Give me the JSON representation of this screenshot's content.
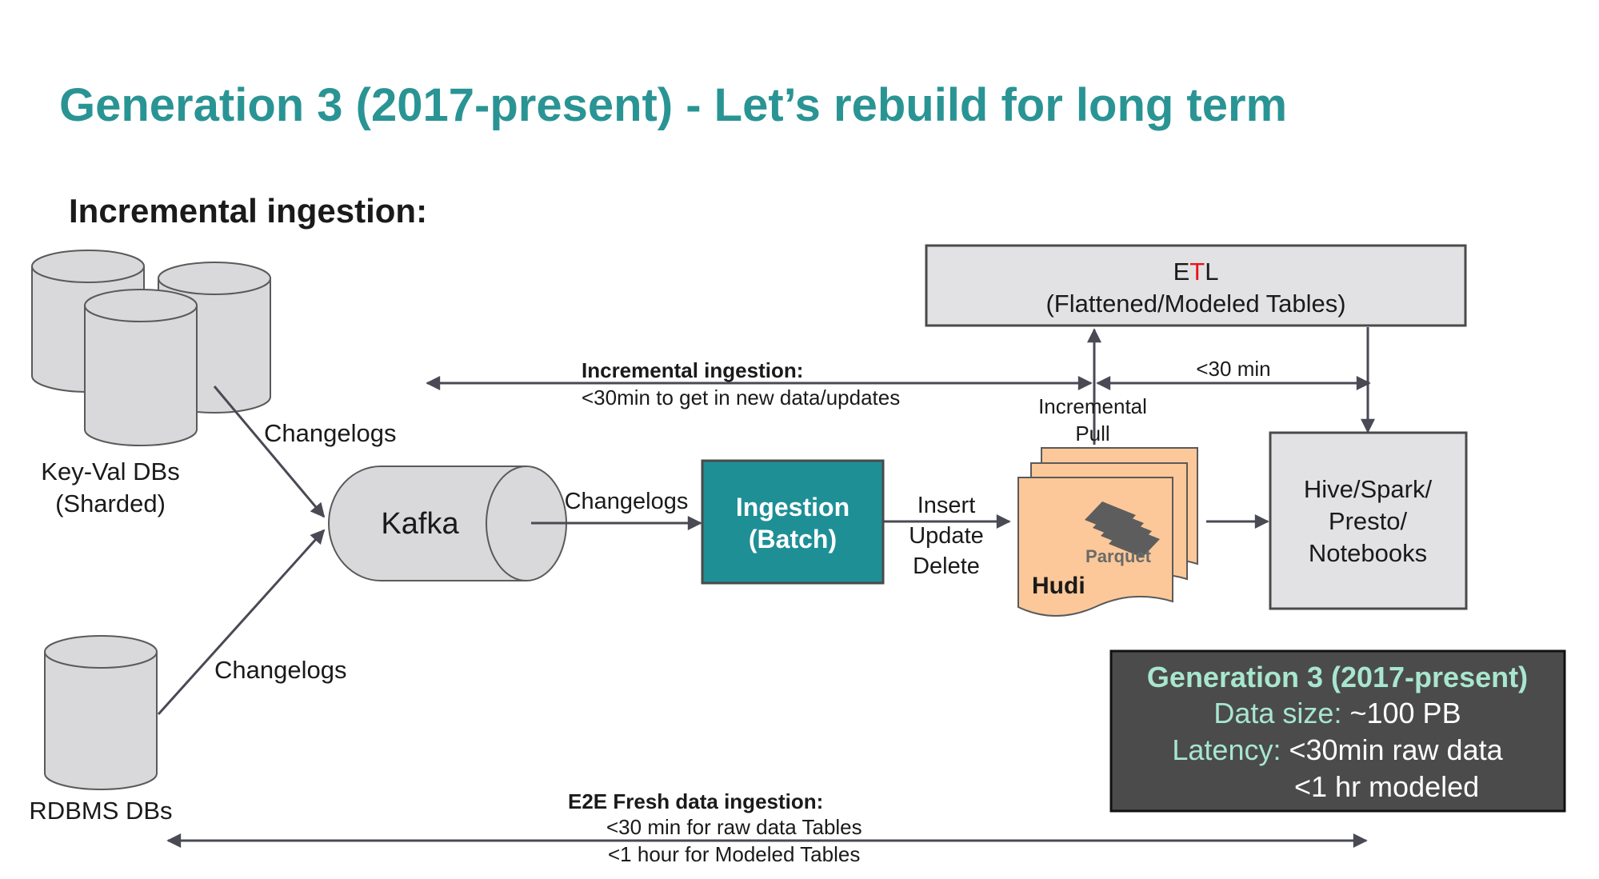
{
  "title": "Generation 3 (2017-present) - Let’s rebuild for long term",
  "subtitle": "Incremental ingestion:",
  "sources": {
    "keyval_line1": "Key-Val DBs",
    "keyval_line2": "(Sharded)",
    "rdbms": "RDBMS DBs"
  },
  "edges": {
    "changelogs_keyval": "Changelogs",
    "changelogs_rdbms": "Changelogs",
    "changelogs_kafka": "Changelogs"
  },
  "kafka": "Kafka",
  "ingestion": {
    "line1": "Ingestion",
    "line2": "(Batch)"
  },
  "operations": {
    "insert": "Insert",
    "update": "Update",
    "delete": "Delete"
  },
  "hudi": {
    "name": "Hudi",
    "format": "Parquet"
  },
  "incremental_pull": {
    "line1": "Incremental",
    "line2": "Pull"
  },
  "etl": {
    "e": "E",
    "t": "T",
    "l": "L",
    "subtitle": "(Flattened/Modeled Tables)",
    "t_color": "#e8151b"
  },
  "query_engines": {
    "line1": "Hive/Spark/",
    "line2": "Presto/",
    "line3": "Notebooks"
  },
  "latency_top": {
    "title": "Incremental ingestion:",
    "desc": "<30min to get in new data/updates",
    "etl_latency": "<30 min"
  },
  "e2e": {
    "title": "E2E Fresh data ingestion:",
    "line1": "<30 min for raw data Tables",
    "line2": "<1 hour for Modeled Tables"
  },
  "summary": {
    "heading": "Generation 3 (2017-present)",
    "size_label": "Data size:",
    "size_value": " ~100 PB",
    "latency_label": "Latency:",
    "latency_value": " <30min raw data",
    "latency_value2": "<1 hr modeled"
  },
  "colors": {
    "title": "#2a9494",
    "ingestion_box": "#1f8f96",
    "hudi_fill": "#fcc899",
    "summary_bg": "#4b4b4b",
    "summary_accent": "#a8e6cf",
    "box_gray": "#e2e2e4"
  }
}
